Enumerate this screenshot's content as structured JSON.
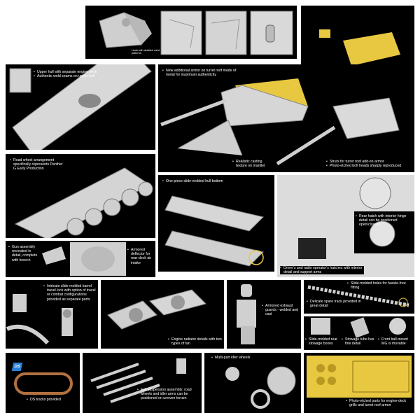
{
  "captions": {
    "p1_note": "Hook with detailed weld patterns",
    "p3": [
      "Upper hull with separate engine deck",
      "Authentic weld seams on upper hull"
    ],
    "p4_a": "New additional armor on turret roof made of metal for maximum authenticity",
    "p4_b": "Realistic casting texture on mantlet",
    "p4_c": [
      "Struts for turret roof add-on armor",
      "Photo-etched bolt heads sharply reproduced"
    ],
    "p5": "Road wheel arrangement specifically represents Panther G Early Production",
    "p6": "One-piece slide-molded hull bottom",
    "p7": [
      "Rear hatch with interior hinge detail can be positioned open/closed",
      "Driver's and radio operator's hatches with interior detail and support arms"
    ],
    "p8_a": "Gun assembly recreated in detail, complete with breech",
    "p8_b": "Armored deflector for rear-deck air intake",
    "p9": "Intricate slide-molded barrel travel lock with option of travel or combat configurations provided as separate parts",
    "p10": "Engine radiator details with two types of fan",
    "p11": "Armored exhaust guards - welded and cast",
    "p12": [
      "Slide-molded holes for hassle-free fitting",
      "Delicate spare track provided in great detail"
    ],
    "p13_a": "Slide-molded rear stowage boxes",
    "p13_b": "Stowage tube has fine detail",
    "p13_c": "Front ball-mount MG is movable",
    "p14": "DS tracks provided",
    "p15": "Full suspension assembly; road wheels and idler arms can be positioned on uneven terrain",
    "p16": "Multi-part idler wheels",
    "p17": "Photo-etched parts for engine-deck grills and turret roof armor"
  },
  "badge": "DS",
  "colors": {
    "panel": "#000000",
    "part": "#d8d8d8",
    "photoetch": "#e8c840",
    "text": "#ffffff"
  }
}
